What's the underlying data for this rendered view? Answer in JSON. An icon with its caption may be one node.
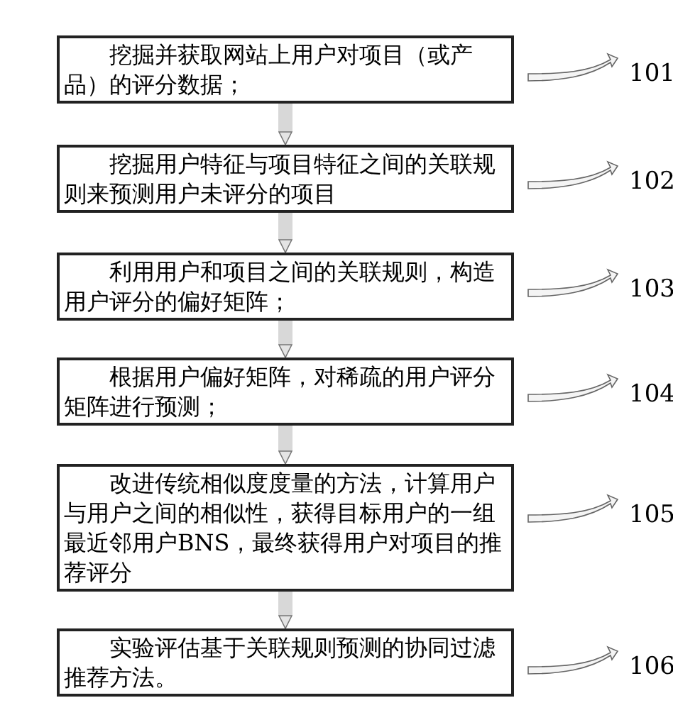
{
  "diagram": {
    "nodes": [
      {
        "text": [
          "挖掘并获取网站上用户对项目（或产品）的评分数据；"
        ]
      },
      {
        "text": [
          "挖掘用户特征与项目特征之间的关联规则来预测用户未评分的项目"
        ]
      },
      {
        "text": [
          "利用用户和项目之间的关联规则，构造用户评分的偏好矩阵；"
        ]
      },
      {
        "text": [
          "根据用户偏好矩阵，对稀疏的用户评分矩阵进行预测；"
        ]
      },
      {
        "text": [
          "改进传统相似度度量的方法，计算用户与用户之间的相似性，获得目标用户的一组最近邻用户BNS，最终获得用户对项目的推荐评分"
        ]
      },
      {
        "text": [
          "实验评估基于关联规则预测的协同过滤推荐方法。"
        ]
      }
    ],
    "labels": [
      "101",
      "102",
      "103",
      "104",
      "105",
      "106"
    ],
    "edges": [
      {
        "from": 0,
        "to": 1,
        "arrow": "to"
      },
      {
        "from": 1,
        "to": 2,
        "arrow": "to"
      },
      {
        "from": 2,
        "to": 3,
        "arrow": "to"
      },
      {
        "from": 3,
        "to": 4,
        "arrow": "to"
      },
      {
        "from": 4,
        "to": 5,
        "arrow": "to"
      }
    ]
  }
}
